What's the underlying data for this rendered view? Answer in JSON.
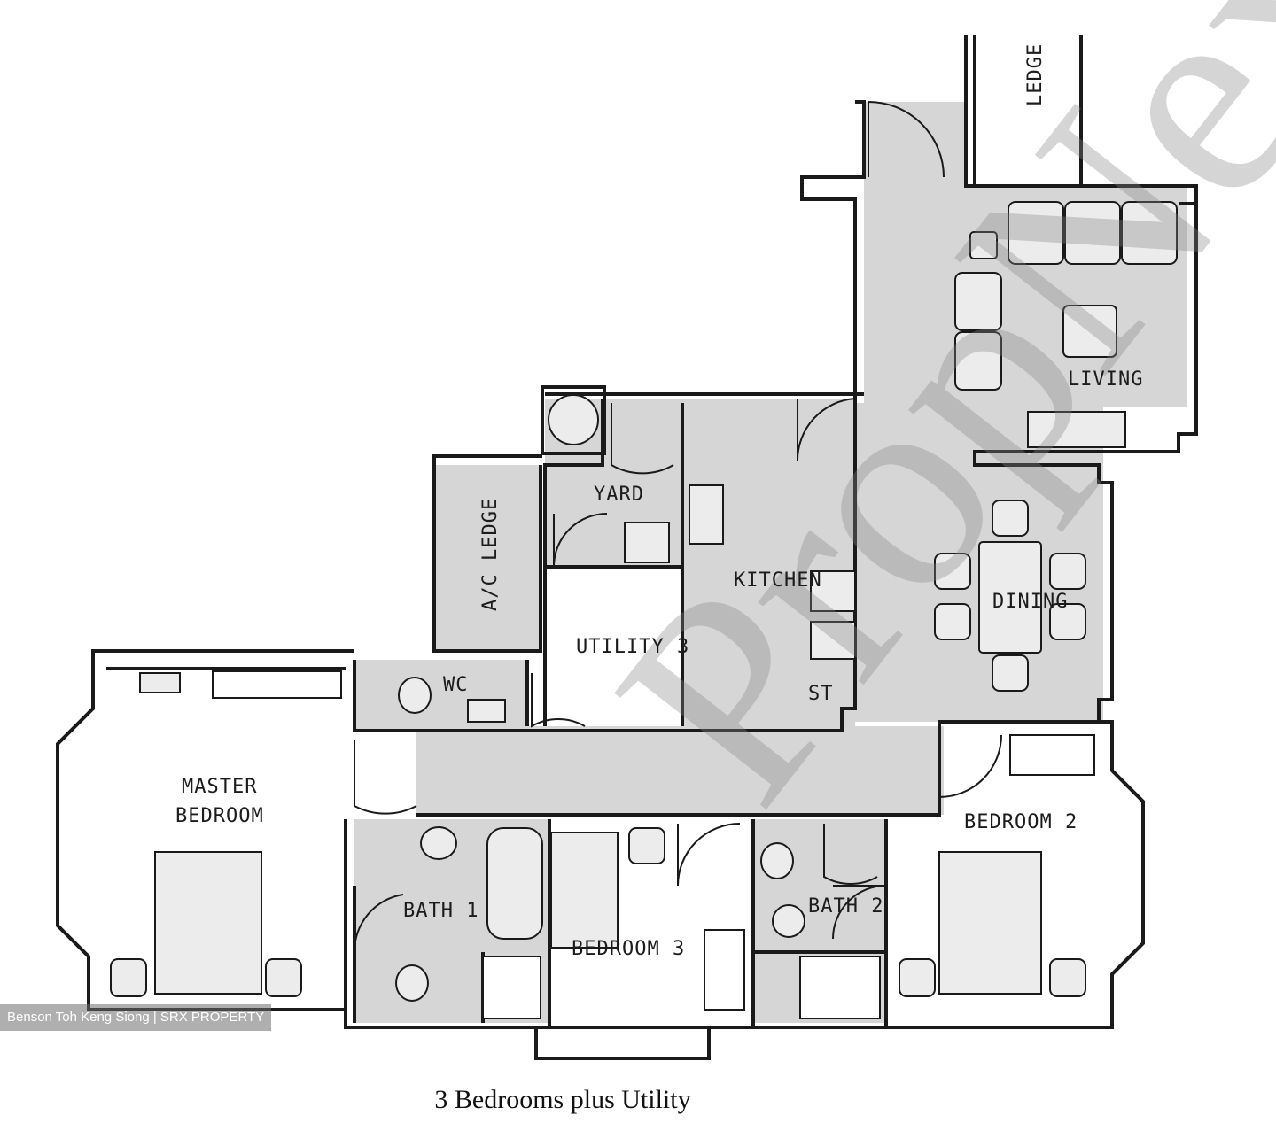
{
  "rooms": {
    "ledge_top": "LEDGE",
    "living": "LIVING",
    "yard": "YARD",
    "acledge": "A/C LEDGE",
    "kitchen": "KITCHEN",
    "dining": "DINING",
    "utility": "UTILITY 3",
    "wc": "WC",
    "st": "ST",
    "master1": "MASTER",
    "master2": "BEDROOM",
    "bedroom2": "BEDROOM 2",
    "bath1": "BATH 1",
    "bedroom3": "BEDROOM 3",
    "bath2": "BATH 2"
  },
  "watermark": "PropNex",
  "caption": "3 Bedrooms plus Utility",
  "credit": "Benson Toh Keng Siong | SRX PROPERTY"
}
